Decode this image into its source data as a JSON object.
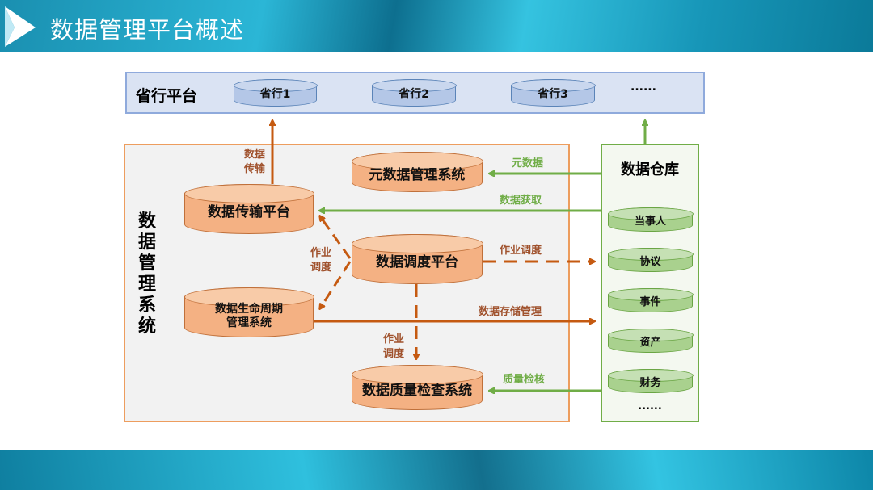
{
  "slide": {
    "title": "数据管理平台概述"
  },
  "province": {
    "label": "省行平台",
    "items": [
      "省行1",
      "省行2",
      "省行3"
    ],
    "ellipsis": "......"
  },
  "dms": {
    "label": "数据管理系统",
    "systems": {
      "transfer": "数据传输平台",
      "metadata": "元数据管理系统",
      "schedule": "数据调度平台",
      "lifecycle": "数据生命周期管理系统",
      "lifecycle_l1": "数据生命周期",
      "lifecycle_l2": "管理系统",
      "quality": "数据质量检查系统"
    }
  },
  "warehouse": {
    "label": "数据仓库",
    "items": [
      "当事人",
      "协议",
      "事件",
      "资产",
      "财务"
    ],
    "ellipsis": "......"
  },
  "flows": {
    "transmit_l1": "数据",
    "transmit_l2": "传输",
    "metadata": "元数据",
    "acquire": "数据获取",
    "job_schedule": "作业调度",
    "job_l1": "作业",
    "job_l2": "调度",
    "storage": "数据存储管理",
    "quality_check": "质量检核"
  },
  "colors": {
    "orange": "#ed7d31",
    "green": "#70ad47",
    "blue": "#8faadc"
  }
}
